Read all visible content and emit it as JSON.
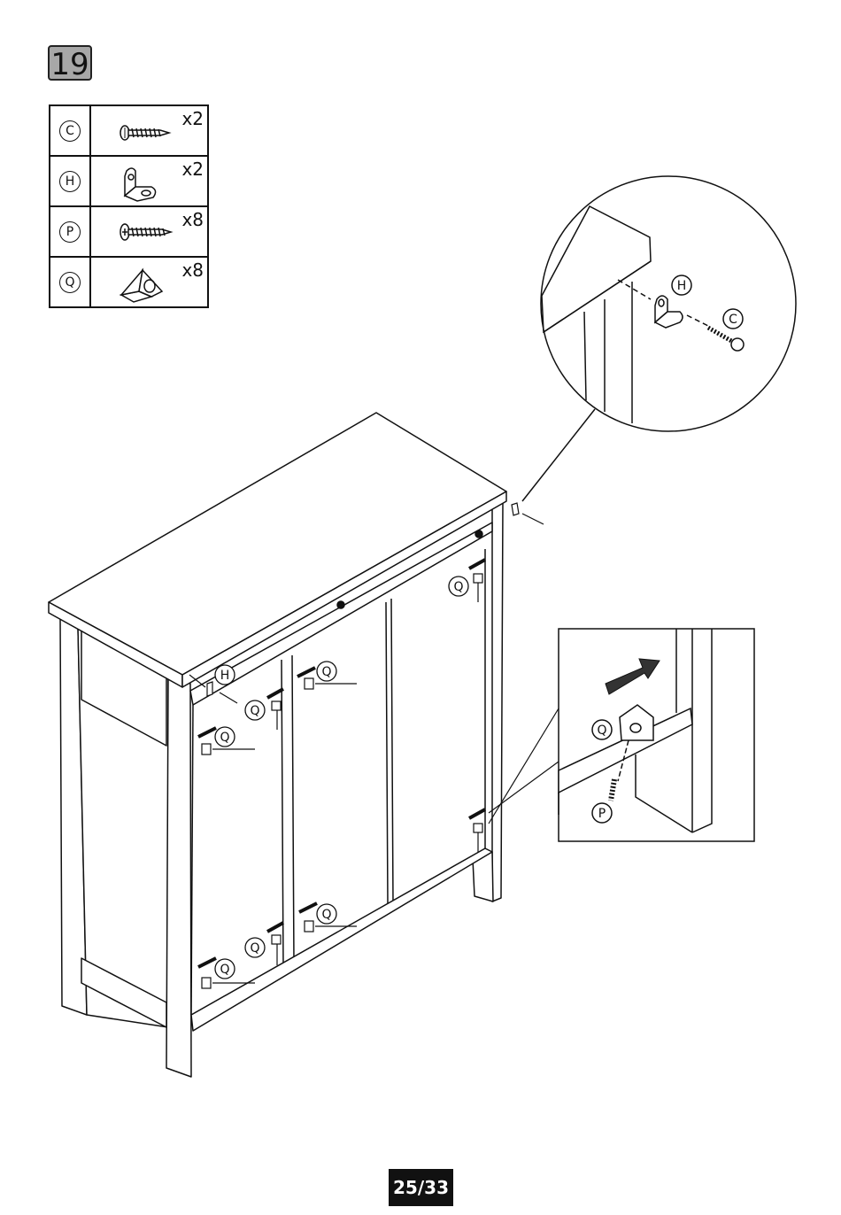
{
  "step": {
    "number": "19"
  },
  "parts": [
    {
      "letter": "C",
      "qty": "x2",
      "icon": "screw-icon"
    },
    {
      "letter": "H",
      "qty": "x2",
      "icon": "angle-bracket-icon"
    },
    {
      "letter": "P",
      "qty": "x8",
      "icon": "screw-icon"
    },
    {
      "letter": "Q",
      "qty": "x8",
      "icon": "corner-block-icon"
    }
  ],
  "labels": {
    "bracket": "H",
    "screw_c": "C",
    "block": "Q",
    "screw_p": "P"
  },
  "page": {
    "number": "25/33"
  }
}
